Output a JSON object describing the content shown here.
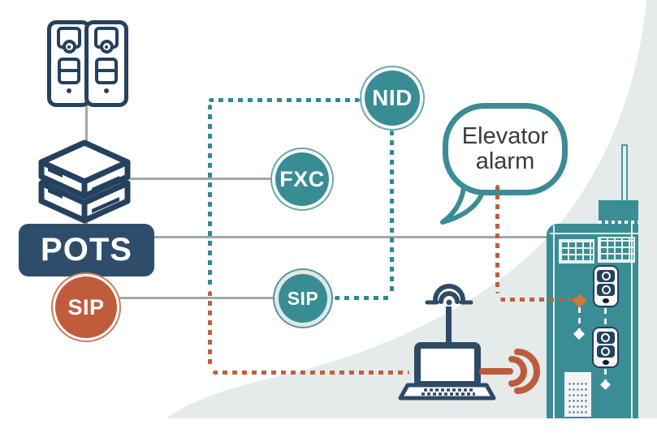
{
  "nodes": {
    "pots": {
      "label": "POTS"
    },
    "sip_left": {
      "label": "SIP"
    },
    "fxc": {
      "label": "FXC"
    },
    "sip_mid": {
      "label": "SIP"
    },
    "nid": {
      "label": "NID"
    }
  },
  "callout": {
    "line1": "Elevator",
    "line2": "alarm"
  },
  "colors": {
    "teal": "#3a8d94",
    "teal_dots": "#2f8a93",
    "orange": "#c05c3c",
    "orange_dots": "#c15f3d",
    "navy": "#24415e",
    "pots_box": "#2e4d6b",
    "swoosh_background": "#e4ebea",
    "gray_line": "#a2a7aa",
    "bubble_text": "#3b3b3b"
  },
  "icons": {
    "door_phone": "door-phone-icon",
    "server_stack": "server-stack-icon",
    "speech_bubble": "speech-bubble-icon",
    "wifi": "wifi-antenna-icon",
    "laptop": "laptop-icon",
    "signal": "signal-waves-icon",
    "building": "building-icon",
    "intercom_panel": "intercom-panel-icon",
    "window": "window-grid-icon",
    "vent": "vent-grill-icon",
    "roof_antenna": "roof-antenna-icon"
  }
}
